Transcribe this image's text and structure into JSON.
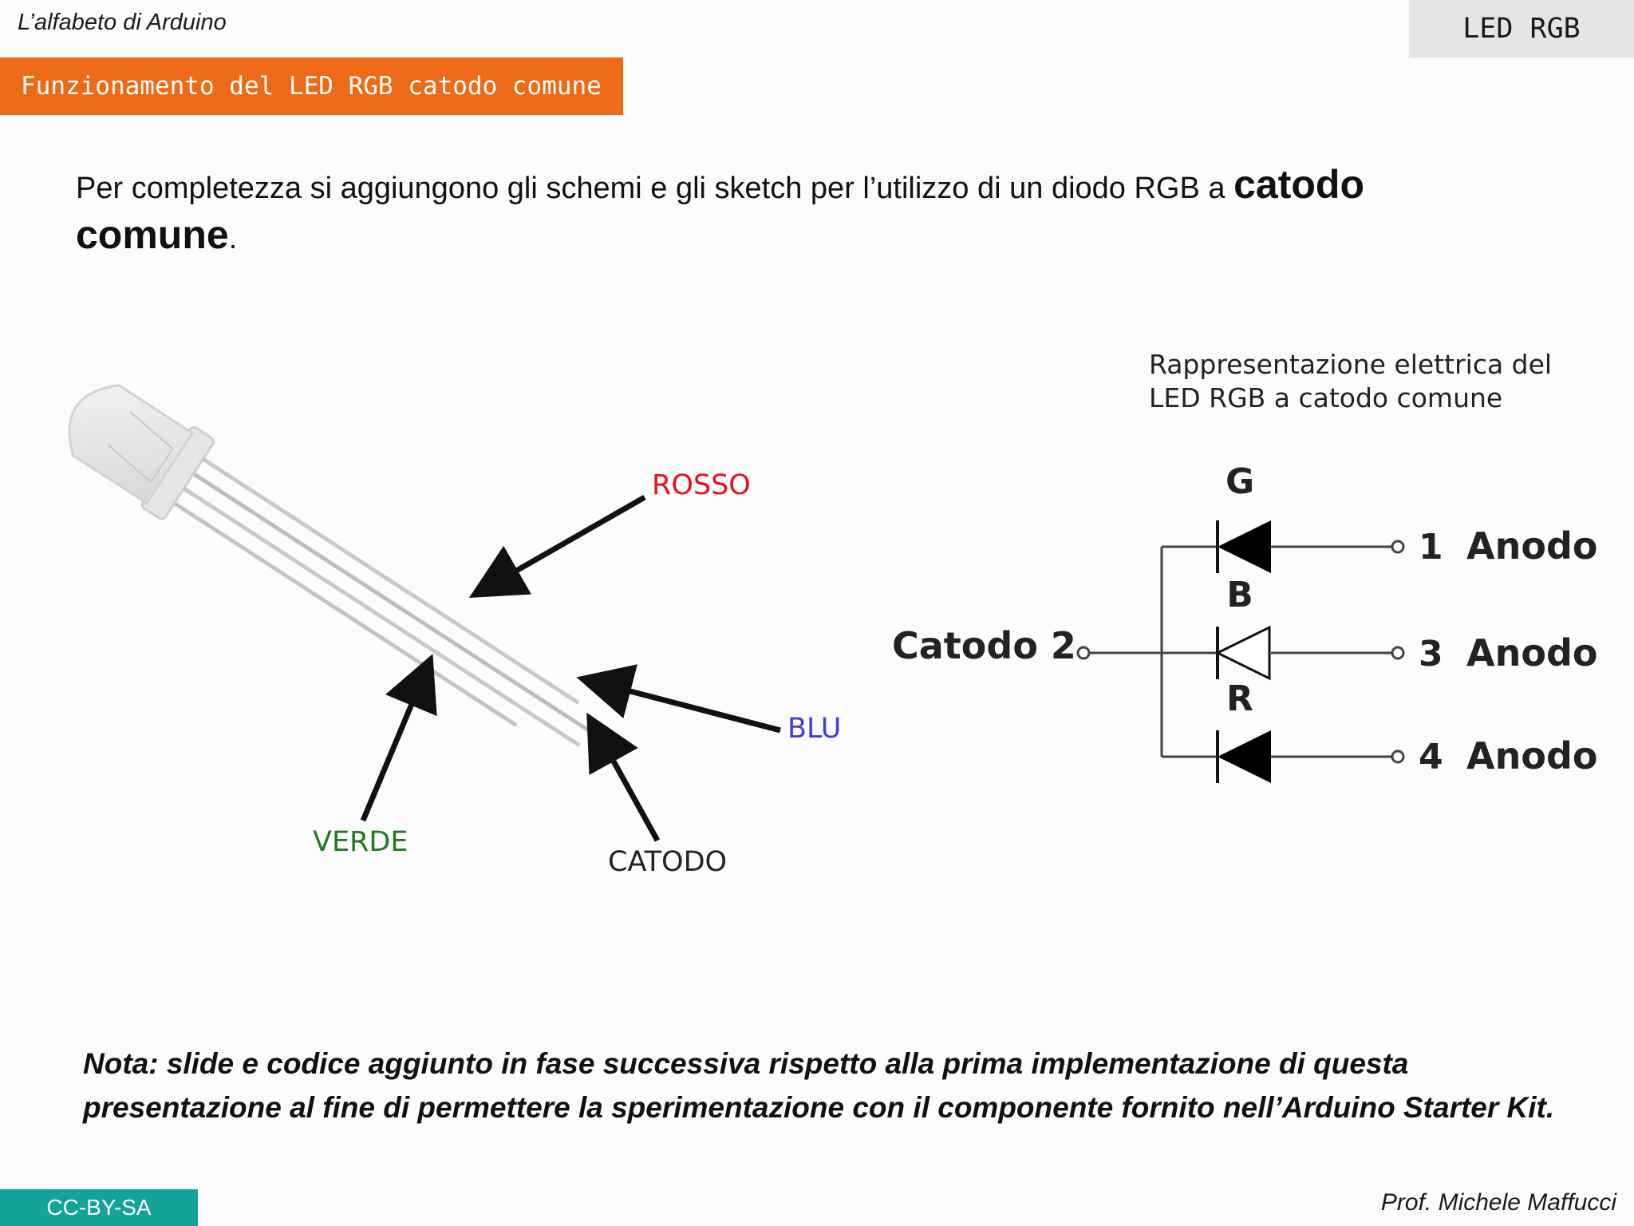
{
  "header": {
    "course_title": "L’alfabeto di Arduino",
    "topic": "LED RGB",
    "section": "Funzionamento del LED RGB catodo comune"
  },
  "intro": {
    "text_before": "Per completezza si aggiungono gli schemi e gli sketch per l’utilizzo di un diodo RGB a ",
    "bold": "catodo comune",
    "text_after": "."
  },
  "led_photo": {
    "labels": {
      "red": "ROSSO",
      "blue": "BLU",
      "green": "VERDE",
      "cathode": "CATODO"
    },
    "colors": {
      "red": "#e8121d",
      "blue": "#3b3fe0",
      "green": "#1f7a22",
      "cathode": "#222222"
    }
  },
  "schematic": {
    "caption_line1": "Rappresentazione elettrica del",
    "caption_line2": "LED RGB a catodo comune",
    "cathode_label": "Catodo 2",
    "diodes": [
      {
        "letter": "G",
        "pin": "1",
        "pin_label": "Anodo",
        "filled": true
      },
      {
        "letter": "B",
        "pin": "3",
        "pin_label": "Anodo",
        "filled": false
      },
      {
        "letter": "R",
        "pin": "4",
        "pin_label": "Anodo",
        "filled": true
      }
    ]
  },
  "note": "Nota: slide e codice aggiunto in fase successiva rispetto alla prima implementazione di questa presentazione al fine di permettere la sperimentazione con il componente fornito nell’Arduino Starter Kit.",
  "footer": {
    "license": "CC-BY-SA",
    "author": "Prof. Michele Maffucci"
  }
}
